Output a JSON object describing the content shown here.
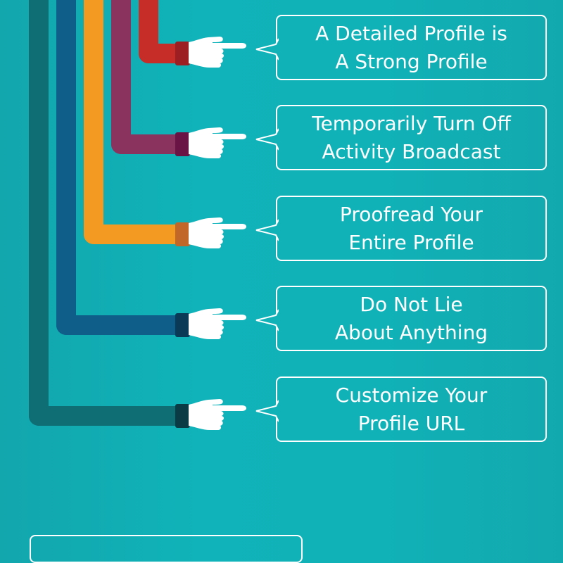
{
  "colors": {
    "background": "#10b2b8",
    "arm_teal": "#0e6e74",
    "cuff_teal": "#0b3b44",
    "arm_blue": "#0f5e8a",
    "cuff_blue": "#0a3a56",
    "arm_orange": "#f29a22",
    "cuff_orange": "#c2672a",
    "arm_purple": "#8a335f",
    "cuff_purple": "#6a1445",
    "arm_red": "#c62c28",
    "cuff_red": "#9c1f24",
    "hand": "#ffffff",
    "bubble_border": "#ffffff",
    "text": "#ffffff"
  },
  "tips": [
    {
      "line1": "A Detailed Profile is",
      "line2": "A Strong Profile",
      "arm_color": "red"
    },
    {
      "line1": "Temporarily Turn Off",
      "line2": "Activity Broadcast",
      "arm_color": "purple"
    },
    {
      "line1": "Proofread Your",
      "line2": "Entire Profile",
      "arm_color": "orange"
    },
    {
      "line1": "Do Not Lie",
      "line2": "About Anything",
      "arm_color": "blue"
    },
    {
      "line1": "Customize Your",
      "line2": "Profile URL",
      "arm_color": "teal"
    }
  ]
}
